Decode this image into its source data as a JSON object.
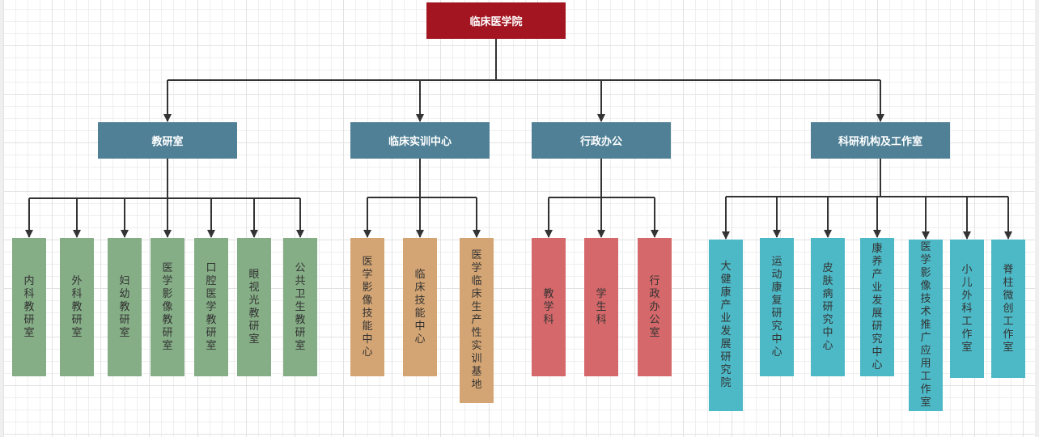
{
  "colors": {
    "root": "#a31621",
    "dept": "#4f8096",
    "teaching": "#85ad86",
    "training": "#d4a574",
    "admin": "#d5686a",
    "research": "#4db8c6",
    "connector": "#333333"
  },
  "root": {
    "label": "临床医学院"
  },
  "departments": [
    {
      "label": "教研室",
      "color_key": "teaching",
      "children": [
        "内科教研室",
        "外科教研室",
        "妇幼教研室",
        "医学影像教研室",
        "口腔医学教研室",
        "眼视光教研室",
        "公共卫生教研室"
      ]
    },
    {
      "label": "临床实训中心",
      "color_key": "training",
      "children": [
        "医学影像技能中心",
        "临床技能中心",
        "医学临床生产性实训基地"
      ]
    },
    {
      "label": "行政办公",
      "color_key": "admin",
      "children": [
        "教学科",
        "学生科",
        "行政办公室"
      ]
    },
    {
      "label": "科研机构及工作室",
      "color_key": "research",
      "children": [
        "大健康产业发展研究院",
        "运动康复研究中心",
        "皮肤病研究中心",
        "康养产业发展研究中心",
        "医学影像技术推广应用工作室",
        "小儿外科工作室",
        "脊柱微创工作室"
      ]
    }
  ]
}
